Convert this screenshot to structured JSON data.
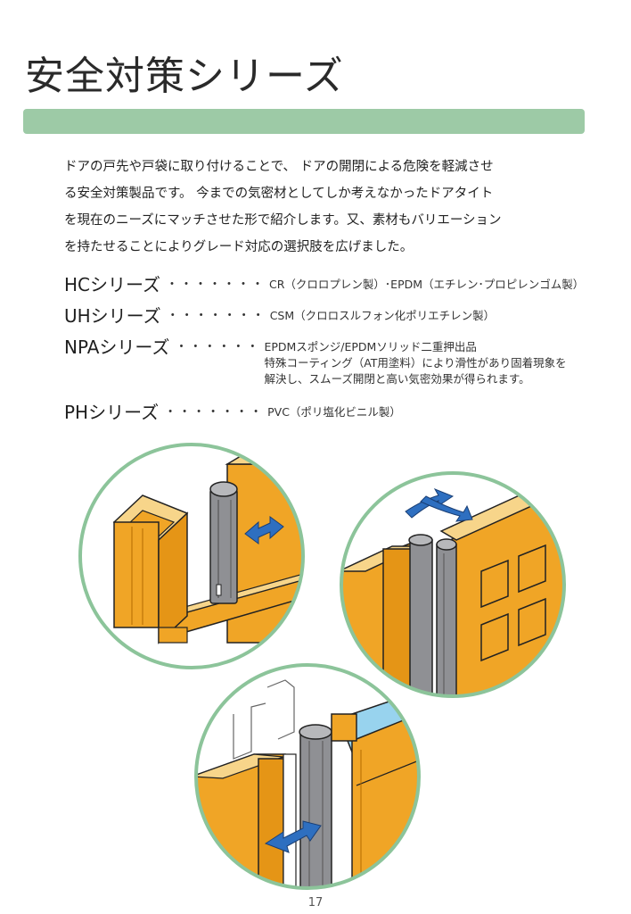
{
  "page": {
    "title": "安全対策シリーズ",
    "intro_lines": [
      "ドアの戸先や戸袋に取り付けることで、 ドアの開閉による危険を軽減させ",
      "る安全対策製品です。 今までの気密材としてしか考えなかったドアタイト",
      "を現在のニーズにマッチさせた形で紹介します。又、素材もバリエーション",
      "を持たせることによりグレード対応の選択肢を広げました。"
    ],
    "series": [
      {
        "name": "HCシリーズ",
        "dots": "・・・・・・・",
        "desc": [
          "CR（クロロプレン製）･EPDM（エチレン･プロピレンゴム製）"
        ]
      },
      {
        "name": "UHシリーズ",
        "dots": "・・・・・・・",
        "desc": [
          "CSM（クロロスルフォン化ポリエチレン製）"
        ]
      },
      {
        "name": "NPAシリーズ",
        "dots": "・・・・・・",
        "desc": [
          "EPDMスポンジ/EPDMソリッド二重押出品",
          "特殊コーティング（AT用塗料）により滑性があり固着現象を",
          "解決し、スムーズ開閉と高い気密効果が得られます。"
        ]
      },
      {
        "name": "PHシリーズ",
        "dots": "・・・・・・・",
        "desc": [
          "PVC（ポリ塩化ビニル製）"
        ]
      }
    ],
    "page_number": "17"
  },
  "colors": {
    "accent_bar": "#9dcaa6",
    "circle_border": "#8cc49a",
    "door_orange": "#f0a526",
    "door_light": "#f7d58a",
    "seal_gray": "#8f9094",
    "arrow_blue": "#2e6fc0",
    "glass_blue": "#98d3ee"
  },
  "illustrations": [
    {
      "icon": "door-frame-seal-icon"
    },
    {
      "icon": "sliding-door-seal-icon"
    },
    {
      "icon": "glass-door-seal-icon"
    }
  ]
}
